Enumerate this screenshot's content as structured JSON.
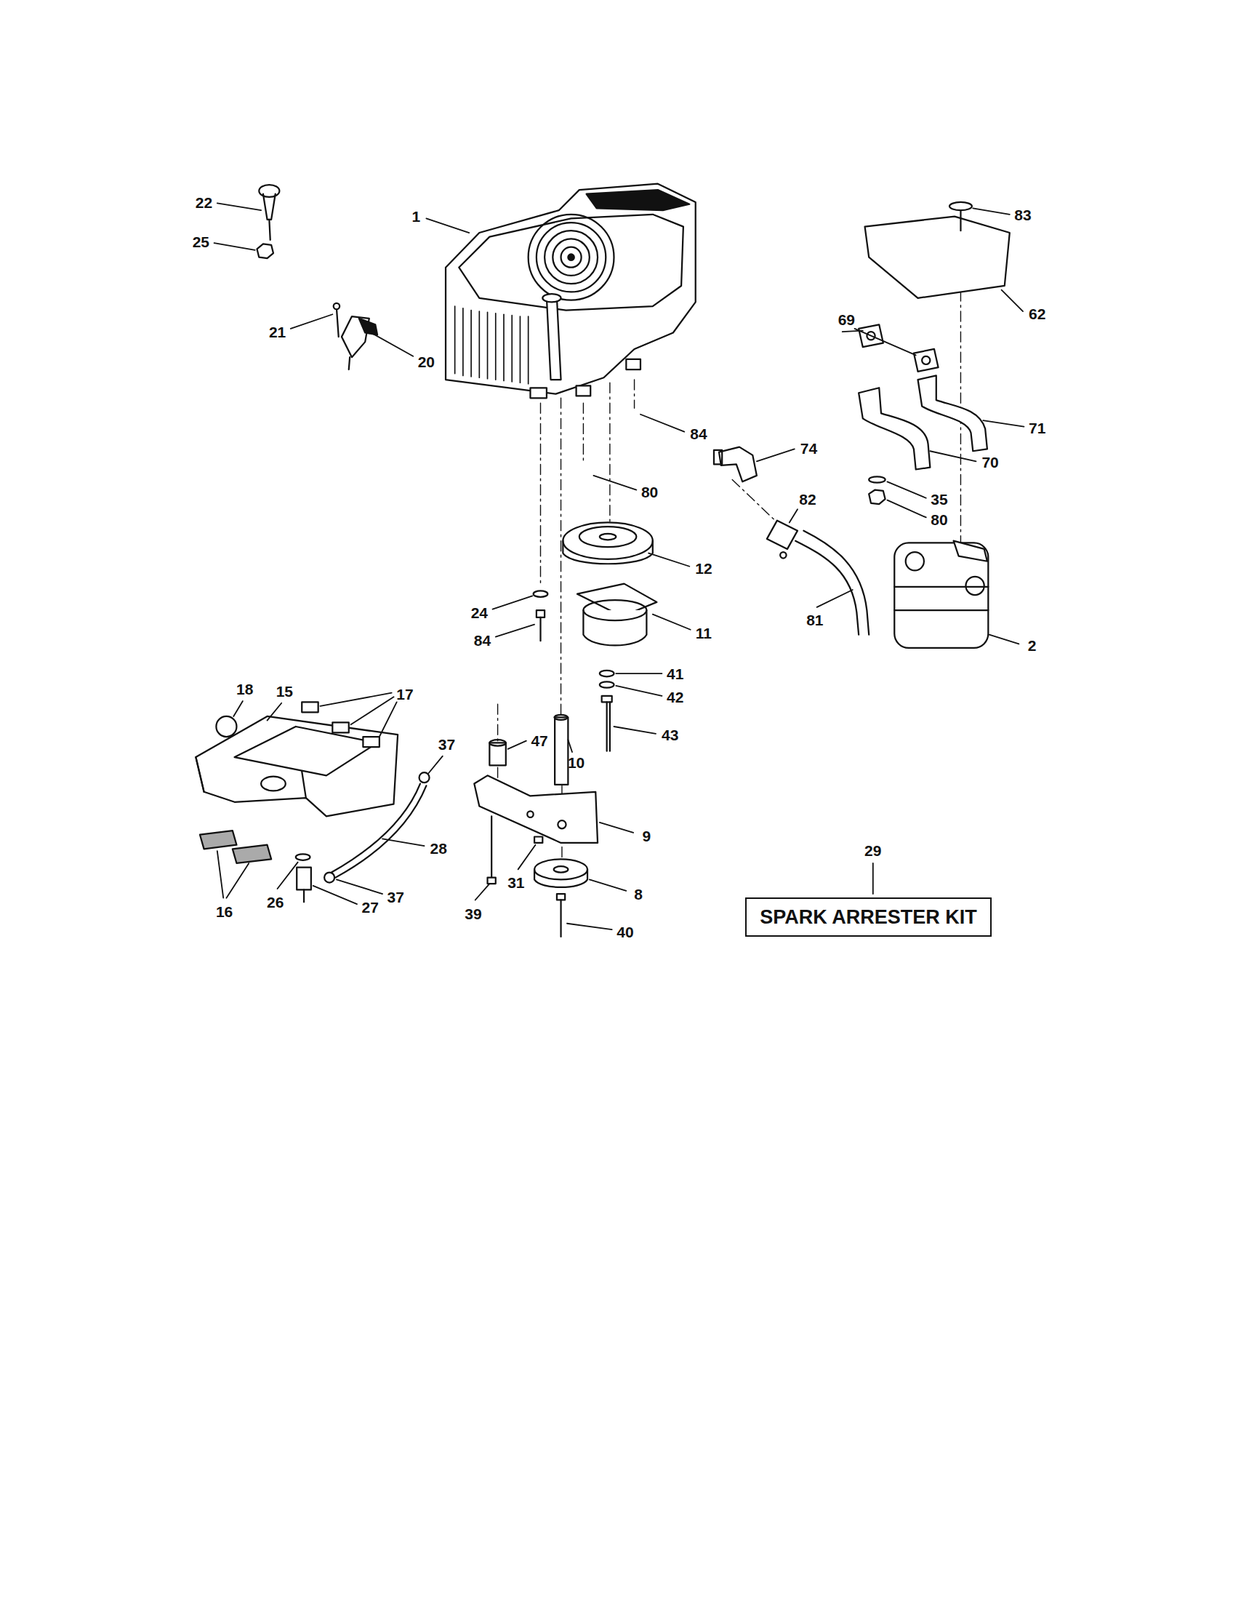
{
  "diagram": {
    "nodes": [
      {
        "text": [
          "SPARK ARRESTER KIT"
        ]
      }
    ],
    "labels": [
      "22",
      "1",
      "83",
      "25",
      "62",
      "69",
      "21",
      "20",
      "71",
      "84",
      "74",
      "70",
      "80",
      "82",
      "35",
      "80",
      "12",
      "24",
      "81",
      "11",
      "2",
      "84",
      "41",
      "18",
      "15",
      "17",
      "42",
      "43",
      "47",
      "37",
      "10",
      "9",
      "28",
      "29",
      "31",
      "8",
      "37",
      "27",
      "26",
      "16",
      "39",
      "40"
    ]
  }
}
